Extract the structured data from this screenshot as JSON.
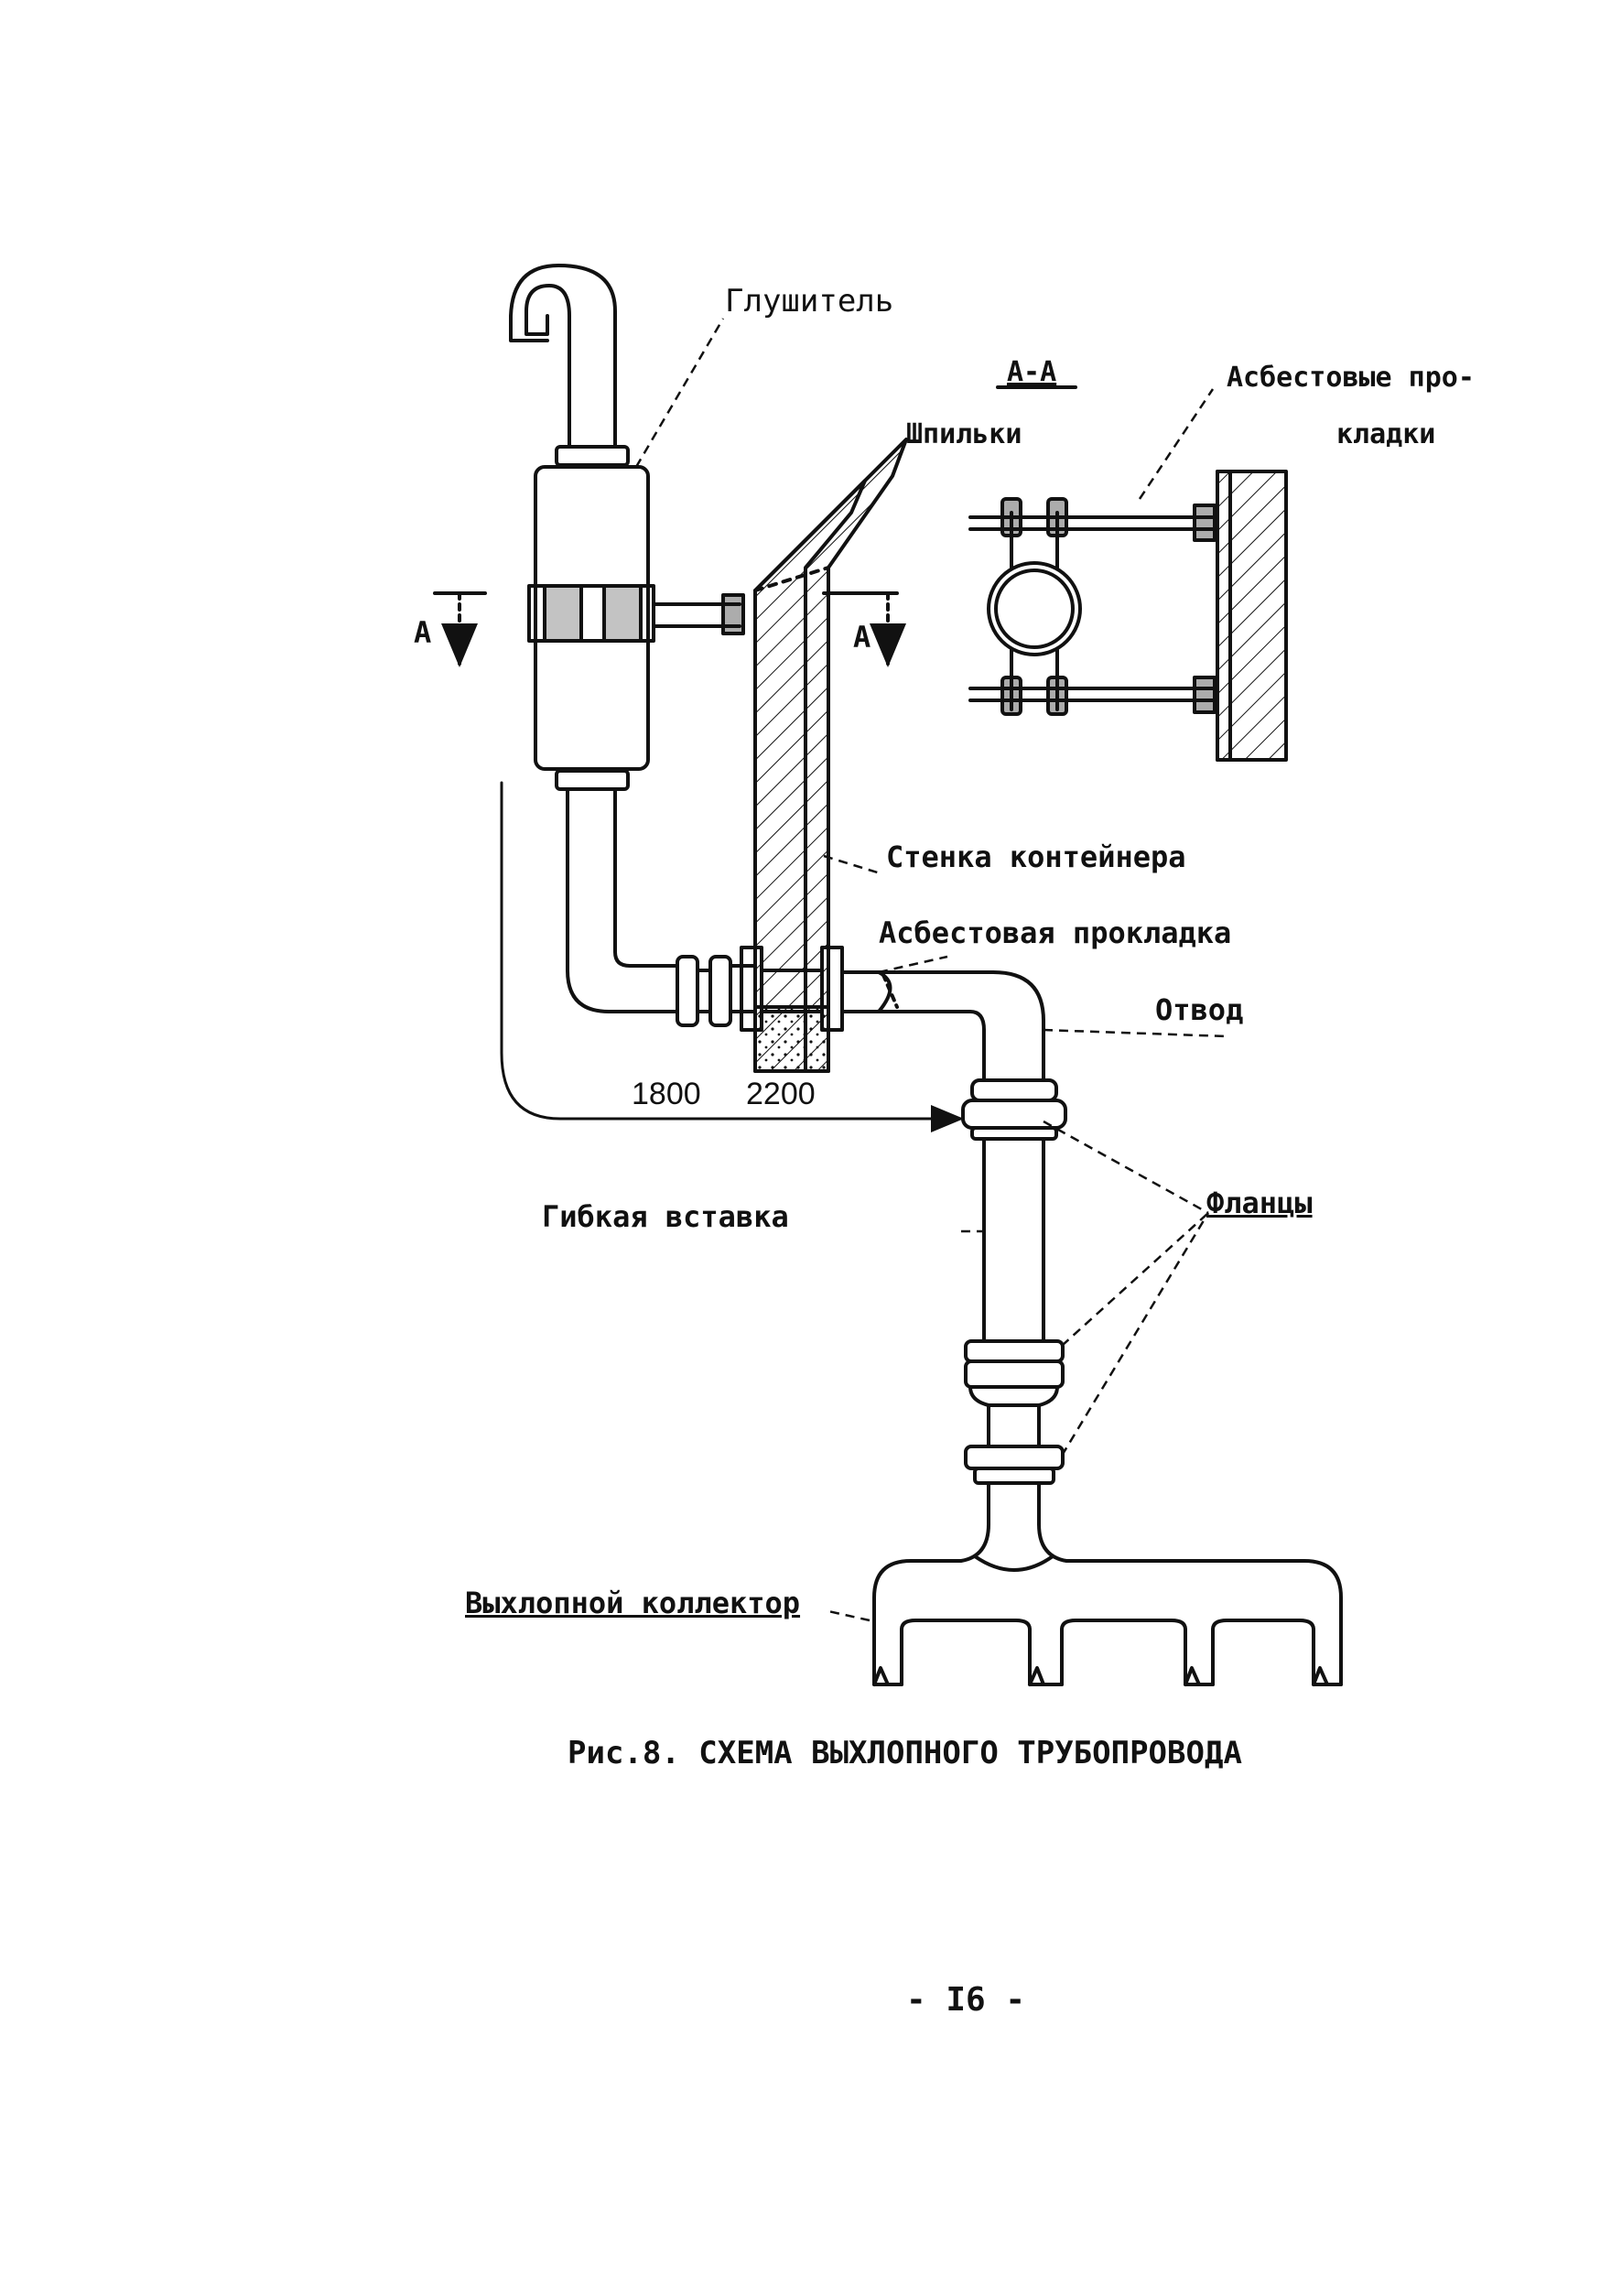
{
  "diagram": {
    "labels": {
      "muffler": "Глушитель",
      "section": "А-А",
      "asbestos_pads": "Асбестовые про-",
      "asbestos_pads_cont": "кладки",
      "studs": "Шпильки",
      "cut_mark_left": "А",
      "cut_mark_right": "А",
      "container_wall": "Стенка контейнера",
      "asbestos_gasket": "Асбестовая прокладка",
      "elbow": "Отвод",
      "dim_1800": "1800",
      "dim_2200": "2200",
      "flexible_insert": "Гибкая вставка",
      "flanges": "Фланцы",
      "exhaust_manifold": "Выхлопной коллектор"
    },
    "caption": "Рис.8. СХЕМА ВЫХЛОПНОГО ТРУБОПРОВОДА"
  },
  "page_number": "- I6 -",
  "colors": {
    "ink": "#111111",
    "paper": "#ffffff"
  }
}
